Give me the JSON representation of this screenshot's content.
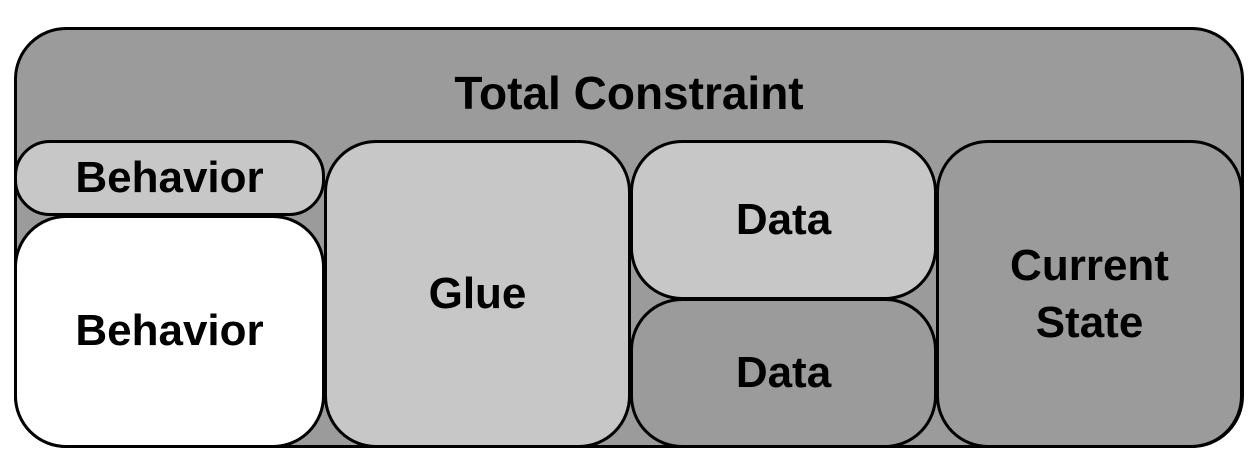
{
  "diagram": {
    "title": "Total Constraint",
    "boxes": {
      "behavior_small": {
        "label": "Behavior",
        "fill": "#c7c7c7"
      },
      "behavior_large": {
        "label": "Behavior",
        "fill": "#ffffff"
      },
      "glue": {
        "label": "Glue",
        "fill": "#c7c7c7"
      },
      "data_top": {
        "label": "Data",
        "fill": "#c7c7c7"
      },
      "data_bottom": {
        "label": "Data",
        "fill": "#9b9b9b"
      },
      "current_state": {
        "label": "Current\nState",
        "fill": "#9b9b9b"
      }
    },
    "colors": {
      "outer_fill": "#9b9b9b",
      "border": "#000000"
    }
  }
}
